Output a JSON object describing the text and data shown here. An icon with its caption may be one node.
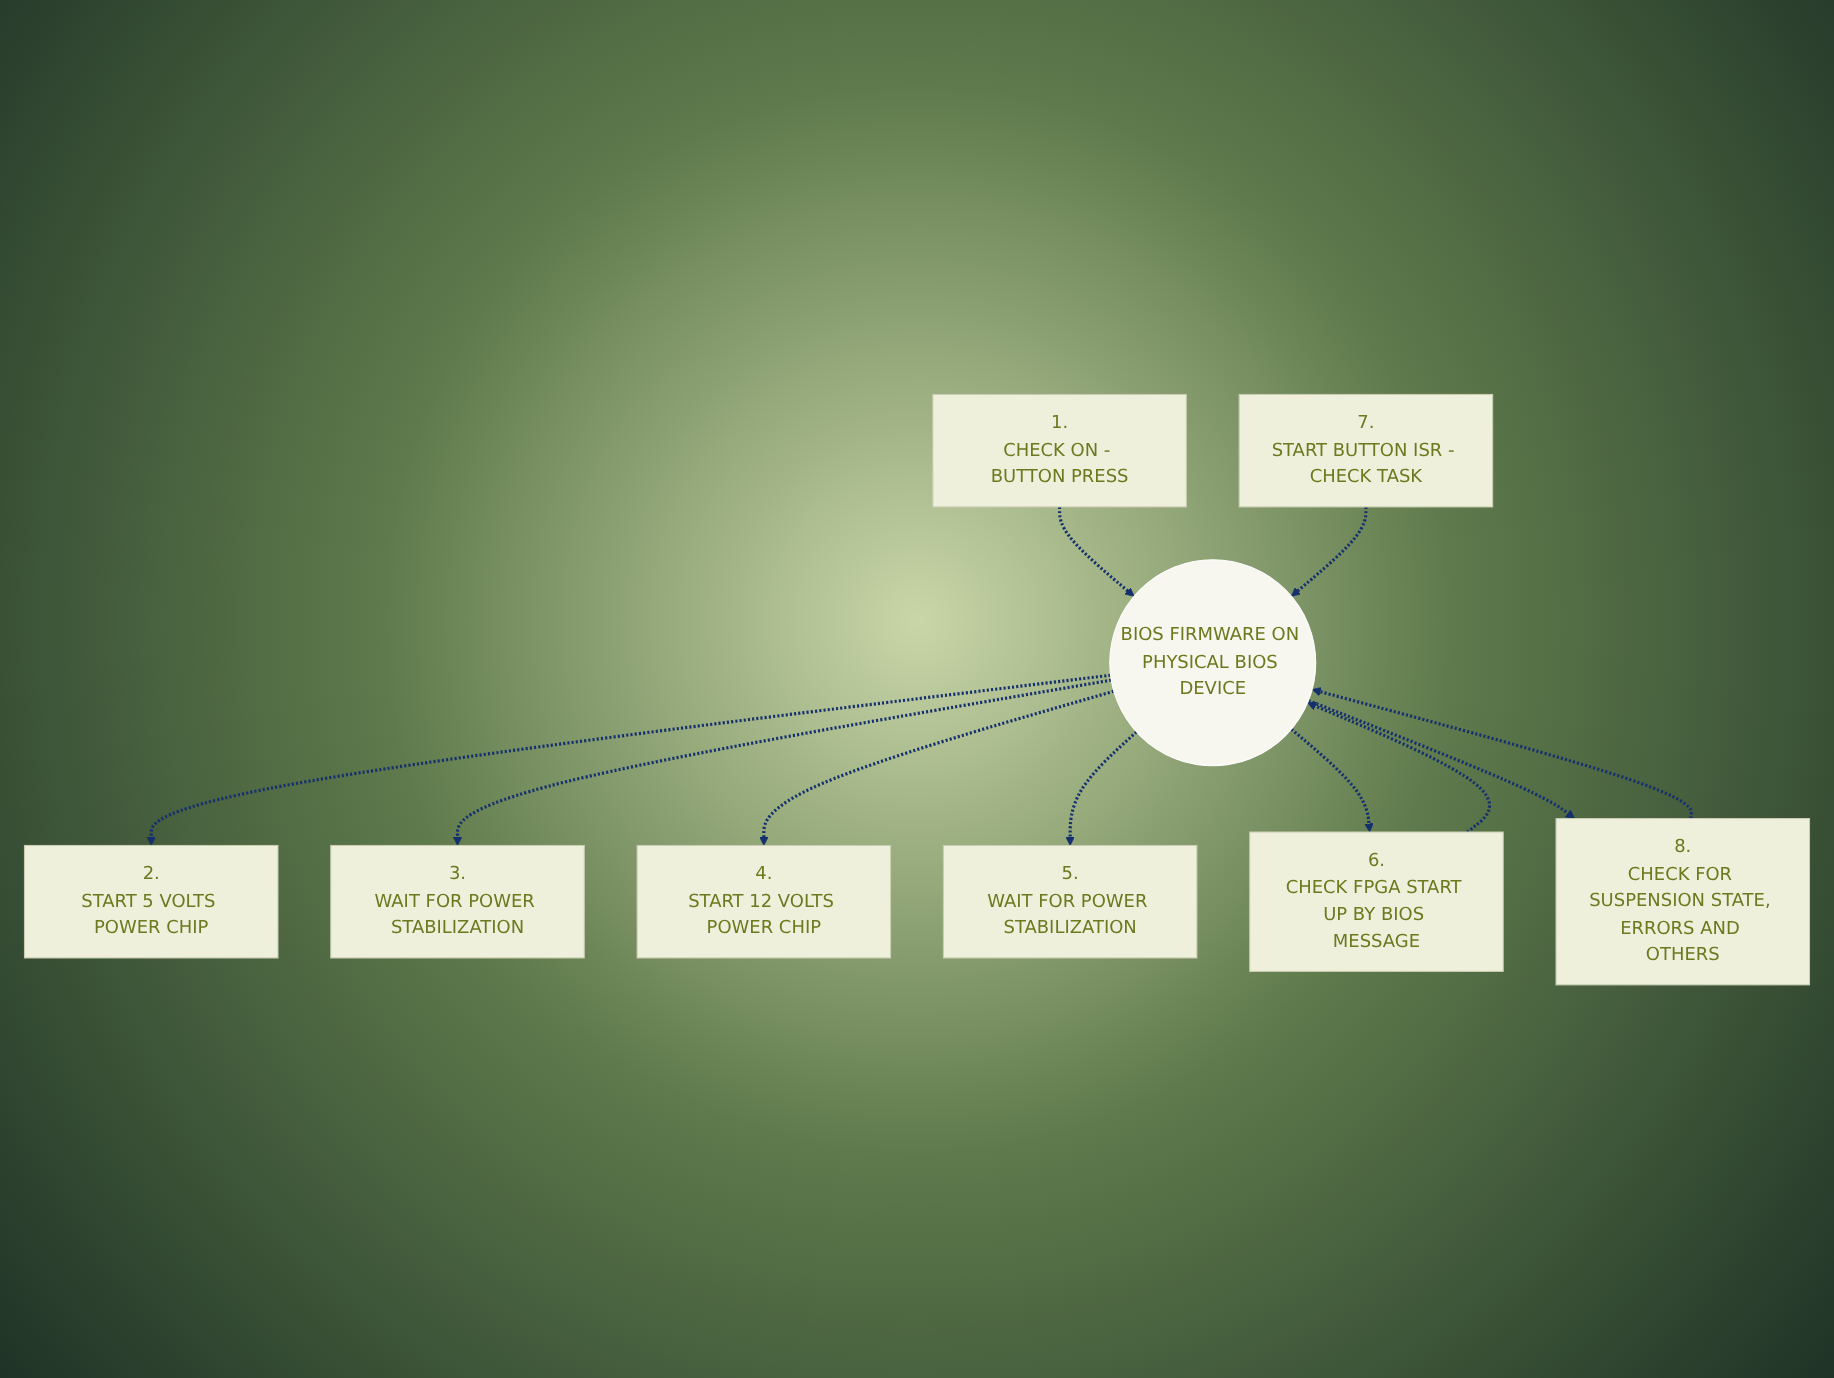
{
  "diagram": {
    "nodes": [
      {
        "text": [
          "1.",
          "CHECK ON - BUTTON PRESS"
        ]
      },
      {
        "text": [
          "2.",
          "START 5 VOLTS POWER CHIP"
        ]
      },
      {
        "text": [
          "3.",
          "WAIT FOR POWER STABILIZATION"
        ]
      },
      {
        "text": [
          "4.",
          "START 12 VOLTS POWER CHIP"
        ]
      },
      {
        "text": [
          "5.",
          "WAIT FOR POWER STABILIZATION"
        ]
      },
      {
        "text": [
          "6.",
          "CHECK FPGA START UP BY BIOS MESSAGE"
        ]
      },
      {
        "text": [
          "7.",
          "START BUTTON ISR - CHECK TASK"
        ]
      },
      {
        "text": [
          "8.",
          "CHECK FOR SUSPENSION STATE, ERRORS AND OTHERS"
        ]
      },
      {
        "text": [
          "BIOS FIRMWARE ON PHYSICAL BIOS DEVICE"
        ]
      }
    ],
    "edges": [
      {
        "from": 0,
        "to": 8,
        "arrow": "to",
        "style": "dashed"
      },
      {
        "from": 8,
        "to": 1,
        "arrow": "to",
        "style": "dashed"
      },
      {
        "from": 8,
        "to": 2,
        "arrow": "to",
        "style": "dashed"
      },
      {
        "from": 8,
        "to": 3,
        "arrow": "to",
        "style": "dashed"
      },
      {
        "from": 8,
        "to": 4,
        "arrow": "to",
        "style": "dashed"
      },
      {
        "from": 8,
        "to": 5,
        "arrow": "to",
        "style": "dashed"
      },
      {
        "from": 5,
        "to": 8,
        "arrow": "to",
        "style": "dashed"
      },
      {
        "from": 6,
        "to": 8,
        "arrow": "to",
        "style": "dashed"
      },
      {
        "from": 8,
        "to": 7,
        "arrow": "to",
        "style": "dashed"
      },
      {
        "from": 7,
        "to": 8,
        "arrow": "to",
        "style": "dashed"
      }
    ]
  }
}
